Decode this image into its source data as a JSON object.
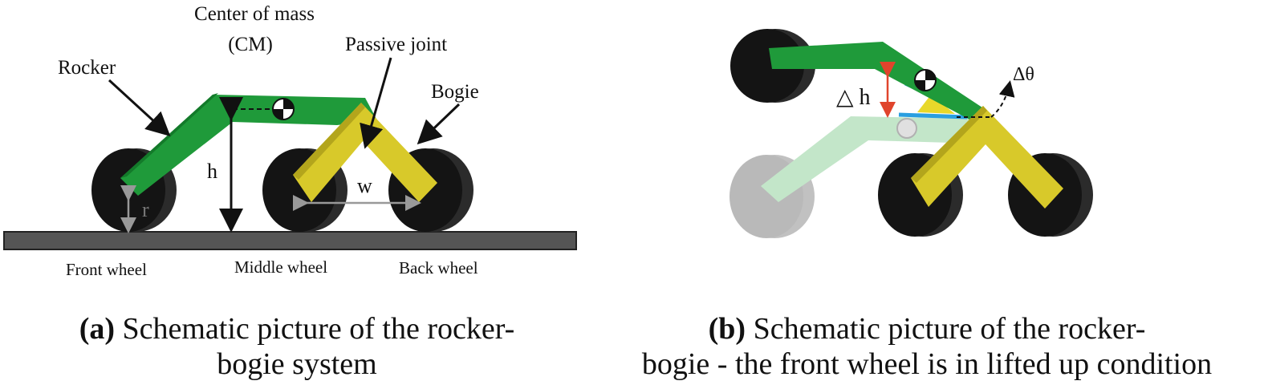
{
  "panel_a": {
    "labels": {
      "center_of_mass_line1": "Center of mass",
      "center_of_mass_line2": "(CM)",
      "passive_joint": "Passive joint",
      "rocker": "Rocker",
      "bogie": "Bogie",
      "h": "h",
      "w": "w",
      "r": "r",
      "front_wheel": "Front wheel",
      "middle_wheel": "Middle wheel",
      "back_wheel": "Back wheel"
    },
    "caption": {
      "tag": "(a)",
      "line1": "Schematic picture of the rocker-",
      "line2": "bogie system"
    }
  },
  "panel_b": {
    "labels": {
      "delta_h": "△ h",
      "delta_theta": "Δθ"
    },
    "caption": {
      "tag": "(b)",
      "line1": "Schematic picture of the rocker-",
      "line2": "bogie - the front wheel is in lifted up condition"
    }
  },
  "colors": {
    "rocker_green": "#1f9a3a",
    "bogie_yellow": "#d8c92a",
    "wheel_black": "#1a1a1a",
    "ground_gray": "#555555",
    "delta_h_arrow": "#e0442c",
    "joint_blue": "#2a9fe0"
  }
}
